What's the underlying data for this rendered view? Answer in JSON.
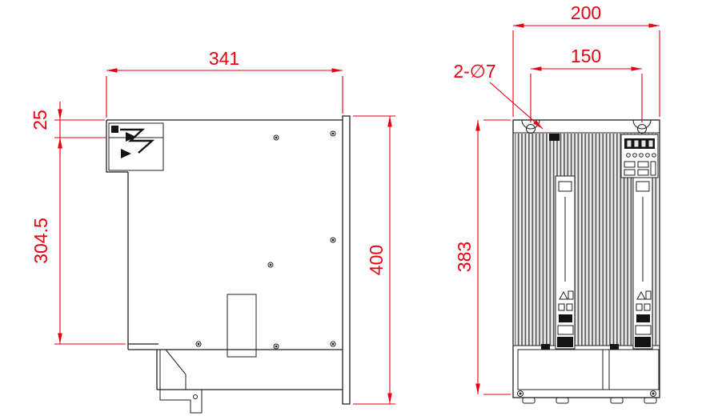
{
  "colors": {
    "dimension": "#e60012",
    "line": "#1f1f1f",
    "background": "#ffffff"
  },
  "side_view": {
    "dimensions": {
      "depth": "341",
      "top_offset": "25",
      "body_height": "304.5",
      "overall_height": "400"
    }
  },
  "front_view": {
    "dimensions": {
      "overall_width": "200",
      "hole_spacing": "150",
      "hole_callout": "2-∅7",
      "overall_height": "383"
    }
  }
}
